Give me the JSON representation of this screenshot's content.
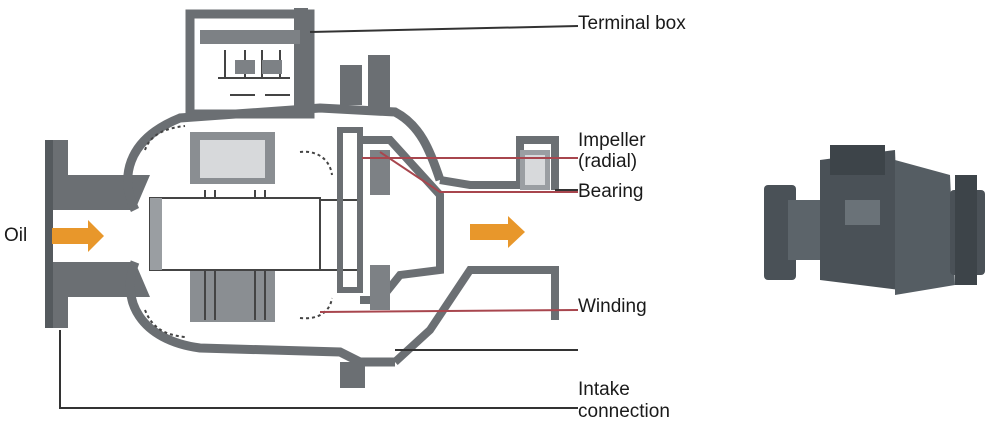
{
  "labels": {
    "terminal_box": "Terminal box",
    "impeller_line1": "Impeller",
    "impeller_line2": "(radial)",
    "bearing": "Bearing",
    "oil": "Oil",
    "winding": "Winding",
    "intake_line1": "Intake",
    "intake_line2": "connection"
  },
  "colors": {
    "housing": "#6b6f73",
    "housing_light": "#9a9ea2",
    "white": "#ffffff",
    "arrow": "#e8972b",
    "leader_red": "#a8464e",
    "leader_dark": "#333333",
    "photo_body": "#4a5157"
  }
}
